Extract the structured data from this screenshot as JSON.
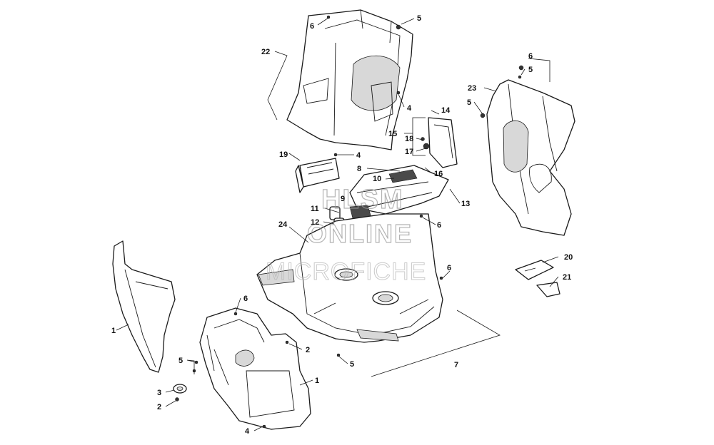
{
  "watermark": {
    "line1": "HLSM",
    "line2": "ONLINE",
    "line3": "MICROFICHE"
  },
  "callouts": [
    {
      "id": "c22",
      "label": "22"
    },
    {
      "id": "c6a",
      "label": "6"
    },
    {
      "id": "c5a",
      "label": "5"
    },
    {
      "id": "c4a",
      "label": "4"
    },
    {
      "id": "c14",
      "label": "14"
    },
    {
      "id": "c15",
      "label": "15"
    },
    {
      "id": "c18",
      "label": "18"
    },
    {
      "id": "c17",
      "label": "17"
    },
    {
      "id": "c19",
      "label": "19"
    },
    {
      "id": "c4b",
      "label": "4"
    },
    {
      "id": "c8",
      "label": "8"
    },
    {
      "id": "c10",
      "label": "10"
    },
    {
      "id": "c16",
      "label": "16"
    },
    {
      "id": "c13",
      "label": "13"
    },
    {
      "id": "c9",
      "label": "9"
    },
    {
      "id": "c11",
      "label": "11"
    },
    {
      "id": "c12",
      "label": "12"
    },
    {
      "id": "c24",
      "label": "24"
    },
    {
      "id": "c6b",
      "label": "6"
    },
    {
      "id": "c6c",
      "label": "6"
    },
    {
      "id": "c6d",
      "label": "6"
    },
    {
      "id": "c5b",
      "label": "5"
    },
    {
      "id": "c23",
      "label": "23"
    },
    {
      "id": "c5c",
      "label": "5"
    },
    {
      "id": "c20",
      "label": "20"
    },
    {
      "id": "c21",
      "label": "21"
    },
    {
      "id": "c1a",
      "label": "1"
    },
    {
      "id": "c6e",
      "label": "6"
    },
    {
      "id": "c2a",
      "label": "2"
    },
    {
      "id": "c5d",
      "label": "5"
    },
    {
      "id": "c5e",
      "label": "5"
    },
    {
      "id": "c7",
      "label": "7"
    },
    {
      "id": "c1b",
      "label": "1"
    },
    {
      "id": "c3",
      "label": "3"
    },
    {
      "id": "c2b",
      "label": "2"
    },
    {
      "id": "c4c",
      "label": "4"
    }
  ]
}
